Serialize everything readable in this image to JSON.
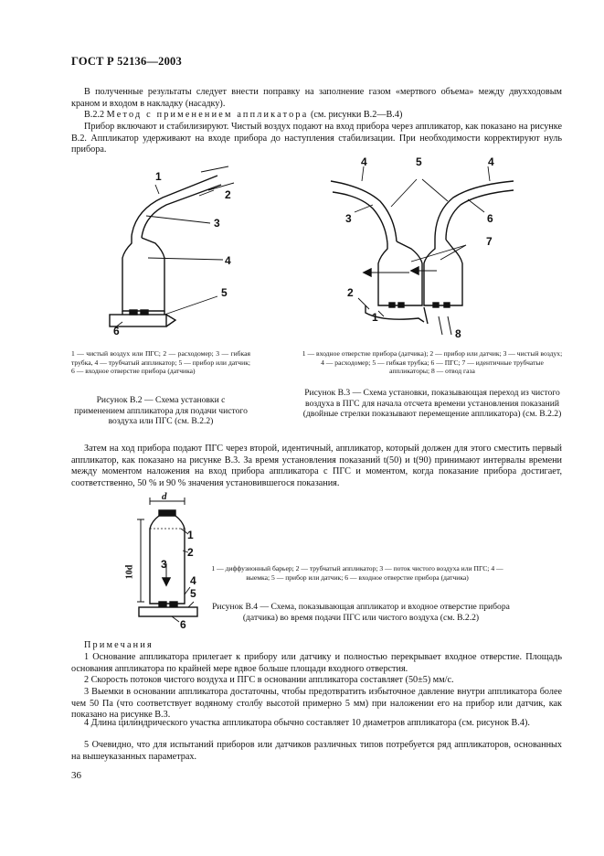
{
  "header": {
    "standard": "ГОСТ Р 52136—2003"
  },
  "intro": {
    "p1": "В полученные результаты следует внести поправку на заполнение газом «мертвого объема» между двухходовым краном и входом в накладку (насадку).",
    "section_num": "В.2.2",
    "section_title": "Метод с применением аппликатора",
    "section_ref": "(см. рисунки В.2—В.4)",
    "p2": "Прибор включают и стабилизируют. Чистый воздух подают на вход прибора через аппликатор, как показано на рисунке В.2. Аппликатор удерживают на входе прибора до наступления стабилизации. При необходимости корректируют нуль прибора."
  },
  "figure_b2": {
    "labels": [
      "1",
      "2",
      "3",
      "4",
      "5",
      "6"
    ],
    "legend": "1 — чистый воздух или ПГС; 2 — расходомер; 3 — гибкая трубка, 4 — трубчатый аппликатор; 5 — прибор или датчик; 6 — входное отверстие прибора (датчика)",
    "caption": "Рисунок В.2 — Схема установки с применением аппликатора для подачи чистого воздуха или ПГС (см. В.2.2)"
  },
  "figure_b3": {
    "labels": [
      "1",
      "2",
      "3",
      "4",
      "4",
      "5",
      "6",
      "7",
      "8"
    ],
    "legend": "1 — входное отверстие прибора (датчика); 2 — прибор или датчик; 3 — чистый воздух; 4 — расходомер; 5 — гибкая трубка; 6 — ПГС; 7 — идентичные трубчатые аппликаторы; 8 — отвод газа",
    "caption": "Рисунок В.3 — Схема установки, показывающая переход из чистого воздуха в ПГС для начала отсчета времени установления показаний (двойные стрелки показывают перемещение аппликатора) (см. В.2.2)"
  },
  "middle": {
    "p3": "Затем на ход прибора подают ПГС через второй, идентичный, аппликатор, который должен для этого сместить первый аппликатор, как показано на рисунке В.3. За время установления показаний t(50) и t(90) принимают интервалы времени между моментом наложения на вход прибора аппликатора с ПГС и моментом, когда показание прибора достигает, соответственно, 50 % и 90 % значения установившегося показания."
  },
  "figure_b4": {
    "labels": [
      "1",
      "2",
      "3",
      "4",
      "5",
      "6"
    ],
    "dim_width": "d",
    "dim_height": "10d",
    "legend": "1 — диффузионный барьер; 2 — трубчатый аппликатор; 3 — поток чистого воздуха или ПГС; 4 — выемка; 5 — прибор или датчик; 6 — входное отверстие прибора (датчика)",
    "caption": "Рисунок В.4 — Схема, показывающая аппликатор и входное отверстие прибора (датчика) во время подачи ПГС или чистого воздуха (см. В.2.2)"
  },
  "notes": {
    "title": "Примечания",
    "items": [
      "1 Основание аппликатора прилегает к прибору или датчику и полностью перекрывает входное отверстие. Площадь основания аппликатора по крайней мере вдвое больше площади входного отверстия.",
      "2 Скорость потоков чистого воздуха и ПГС в основании аппликатора составляет (50±5) мм/с.",
      "3 Выемки в основании аппликатора достаточны, чтобы предотвратить избыточное давление внутри аппликатора более чем 50 Па (что соответствует водяному столбу высотой примерно 5 мм) при наложении его на прибор или датчик, как показано на рисунке В.3.",
      "4 Длина цилиндрического участка аппликатора обычно составляет 10 диаметров аппликатора (см. рисунок В.4).",
      "5 Очевидно, что для испытаний приборов или датчиков различных типов потребуется ряд аппликаторов, основанных на вышеуказанных параметрах."
    ]
  },
  "footer": {
    "page_number": "36"
  }
}
